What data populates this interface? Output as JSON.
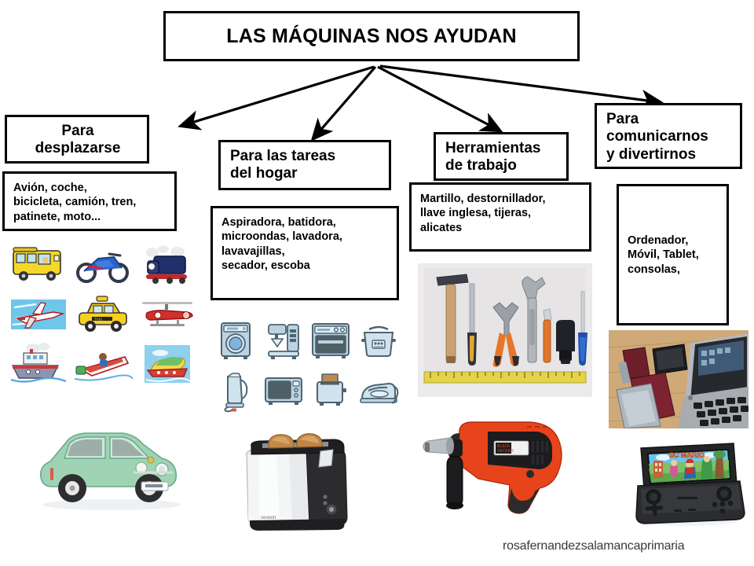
{
  "title": {
    "text": "LAS MÁQUINAS NOS AYUDAN"
  },
  "branches": [
    {
      "id": "desplazarse",
      "heading": "Para\ndesplazarse",
      "items": "Avión, coche,\nbicicleta, camión, tren,\npatinete, moto...",
      "images": [
        {
          "name": "school-bus-clipart",
          "label": "Autobús escolar"
        },
        {
          "name": "motorcycle-clipart",
          "label": "Moto"
        },
        {
          "name": "train-clipart",
          "label": "Tren"
        },
        {
          "name": "airplane-clipart",
          "label": "Avión"
        },
        {
          "name": "taxi-clipart",
          "label": "Taxi"
        },
        {
          "name": "helicopter-clipart",
          "label": "Helicóptero"
        },
        {
          "name": "ship-clipart",
          "label": "Barco"
        },
        {
          "name": "speedboat-clipart",
          "label": "Lancha"
        },
        {
          "name": "hydrofoil-clipart",
          "label": "Barca"
        }
      ],
      "photo": {
        "name": "green-classic-car-photo",
        "label": "Coche clásico verde"
      }
    },
    {
      "id": "tareas-hogar",
      "heading": "Para las tareas\ndel hogar",
      "items": "Aspiradora, batidora,\nmicroondas, lavadora,\nlavavajillas,\nsecador, escoba",
      "images": [
        {
          "name": "washing-machine-icon",
          "label": "Lavadora"
        },
        {
          "name": "coffee-maker-icon",
          "label": "Cafetera"
        },
        {
          "name": "oven-icon",
          "label": "Horno"
        },
        {
          "name": "rice-cooker-icon",
          "label": "Olla"
        },
        {
          "name": "electric-kettle-icon",
          "label": "Hervidor"
        },
        {
          "name": "microwave-icon",
          "label": "Microondas"
        },
        {
          "name": "toaster-icon",
          "label": "Tostadora"
        },
        {
          "name": "clothes-iron-icon",
          "label": "Plancha"
        }
      ],
      "photo": {
        "name": "toaster-photo",
        "label": "Tostadora con pan"
      }
    },
    {
      "id": "herramientas",
      "heading": "Herramientas\nde trabajo",
      "items": "Martillo, destornillador,\nllave inglesa, tijeras,\nalicates",
      "photo_top": {
        "name": "hand-tools-photo",
        "label": "Herramientas de mano"
      },
      "photo": {
        "name": "power-drill-photo",
        "label": "Taladro"
      }
    },
    {
      "id": "comunicarnos",
      "heading": "Para\ncomunicarnos\ny divertirnos",
      "items": "Ordenador,\nMóvil, Tablet,\nconsolas,",
      "photo_top": {
        "name": "laptop-and-phones-photo",
        "label": "Portátil y móviles"
      },
      "photo": {
        "name": "handheld-console-photo",
        "label": "Consola portátil"
      }
    }
  ],
  "console_screen": {
    "game_title": "SC MARIO"
  },
  "watermark": {
    "text": "rosafernandezsalamancaprimaria"
  },
  "colors": {
    "background": "#ffffff",
    "outline": "#000000",
    "bus_yellow": "#f4d72a",
    "moto_blue": "#2a63c4",
    "train_navy": "#21306b",
    "taxi_yellow": "#f7cf1e",
    "heli_red": "#d2302c",
    "ship_grey": "#8f93b0",
    "appliance_blue": "#a9c7dd",
    "appliance_outline": "#4d6470",
    "car_green": "#9fd3b4",
    "drill_orange": "#e8441c",
    "tape_yellow": "#e3d24a",
    "wood_desk": "#c59a6d"
  }
}
